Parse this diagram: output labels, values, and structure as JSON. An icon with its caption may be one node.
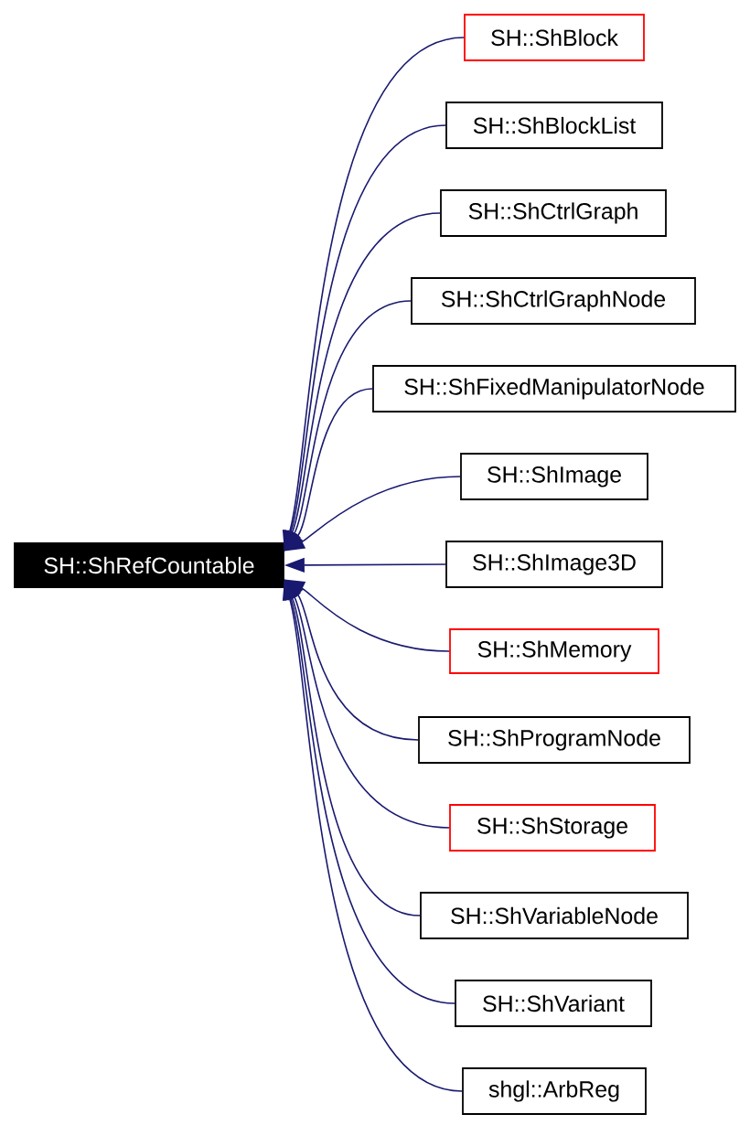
{
  "diagram": {
    "nodes": [
      {
        "text": [
          "SH::ShRefCountable"
        ]
      },
      {
        "text": [
          "SH::ShBlock"
        ]
      },
      {
        "text": [
          "SH::ShBlockList"
        ]
      },
      {
        "text": [
          "SH::ShCtrlGraph"
        ]
      },
      {
        "text": [
          "SH::ShCtrlGraphNode"
        ]
      },
      {
        "text": [
          "SH::ShFixedManipulatorNode"
        ]
      },
      {
        "text": [
          "SH::ShImage"
        ]
      },
      {
        "text": [
          "SH::ShImage3D"
        ]
      },
      {
        "text": [
          "SH::ShMemory"
        ]
      },
      {
        "text": [
          "SH::ShProgramNode"
        ]
      },
      {
        "text": [
          "SH::ShStorage"
        ]
      },
      {
        "text": [
          "SH::ShVariableNode"
        ]
      },
      {
        "text": [
          "SH::ShVariant"
        ]
      },
      {
        "text": [
          "shgl::ArbReg"
        ]
      }
    ],
    "edges": [
      {
        "from": 1,
        "to": 0,
        "arrow": "to"
      },
      {
        "from": 2,
        "to": 0,
        "arrow": "to"
      },
      {
        "from": 3,
        "to": 0,
        "arrow": "to"
      },
      {
        "from": 4,
        "to": 0,
        "arrow": "to"
      },
      {
        "from": 5,
        "to": 0,
        "arrow": "to"
      },
      {
        "from": 6,
        "to": 0,
        "arrow": "to"
      },
      {
        "from": 7,
        "to": 0,
        "arrow": "to"
      },
      {
        "from": 8,
        "to": 0,
        "arrow": "to"
      },
      {
        "from": 9,
        "to": 0,
        "arrow": "to"
      },
      {
        "from": 10,
        "to": 0,
        "arrow": "to"
      },
      {
        "from": 11,
        "to": 0,
        "arrow": "to"
      },
      {
        "from": 12,
        "to": 0,
        "arrow": "to"
      },
      {
        "from": 13,
        "to": 0,
        "arrow": "to"
      }
    ]
  }
}
